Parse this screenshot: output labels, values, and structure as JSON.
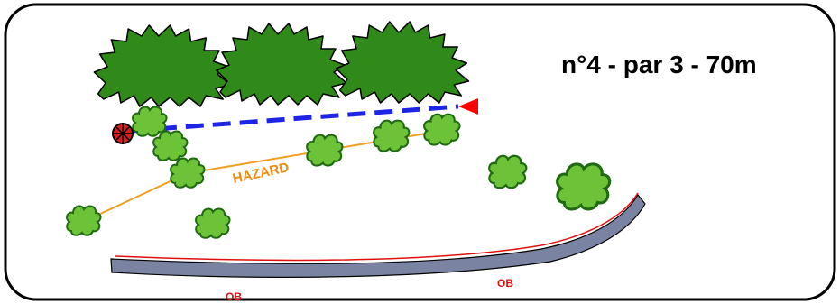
{
  "hole": {
    "title": "n°4 - par 3 - 70m"
  },
  "labels": {
    "hazard": "HAZARD",
    "ob_left": "OB",
    "ob_right": "OB"
  },
  "colors": {
    "frame": "#000000",
    "big_tree_fill": "#2f8a1a",
    "big_tree_stroke": "#000000",
    "bush_fill": "#6dc338",
    "bush_stroke": "#1f6a10",
    "fairway_line": "#1e24e6",
    "pin_flag": "#ff0000",
    "tee": "#d42020",
    "hazard_line": "#f0a020",
    "hazard_text": "#f08a10",
    "ob_road_fill": "#7b83a2",
    "ob_line": "#e01010",
    "ob_text": "#e01010",
    "title_text": "#000000"
  },
  "icons": {
    "tee": "tee-basket-icon",
    "pin": "pin-flag-icon",
    "big_tree": "tree-canopy-icon",
    "bush": "bush-icon"
  }
}
